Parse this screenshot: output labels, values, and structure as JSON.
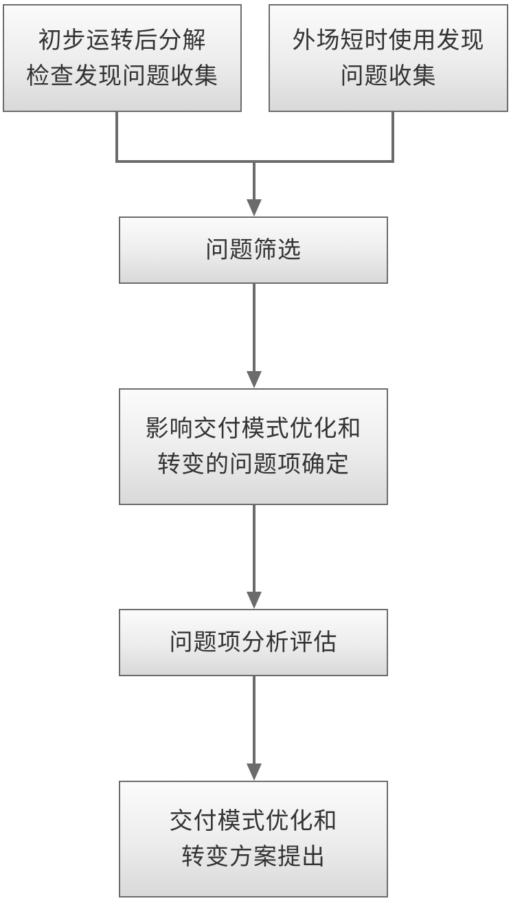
{
  "diagram": {
    "nodes": [
      {
        "id": "a",
        "lines": [
          "初步运转后分解",
          "检查发现问题收集"
        ]
      },
      {
        "id": "b",
        "lines": [
          "外场短时使用发现",
          "问题收集"
        ]
      },
      {
        "id": "c",
        "lines": [
          "问题筛选"
        ]
      },
      {
        "id": "d",
        "lines": [
          "影响交付模式优化和",
          "转变的问题项确定"
        ]
      },
      {
        "id": "e",
        "lines": [
          "问题项分析评估"
        ]
      },
      {
        "id": "f",
        "lines": [
          "交付模式优化和",
          "转变方案提出"
        ]
      }
    ],
    "edges": [
      {
        "from": "a",
        "to": "c"
      },
      {
        "from": "b",
        "to": "c"
      },
      {
        "from": "c",
        "to": "d"
      },
      {
        "from": "d",
        "to": "e"
      },
      {
        "from": "e",
        "to": "f"
      }
    ],
    "colors": {
      "connector": "#6b6b6b",
      "box_border": "#6b6b6b",
      "box_fill_top": "#fbfbfb",
      "box_fill_bottom": "#d9d9d9",
      "text": "#333333"
    }
  }
}
